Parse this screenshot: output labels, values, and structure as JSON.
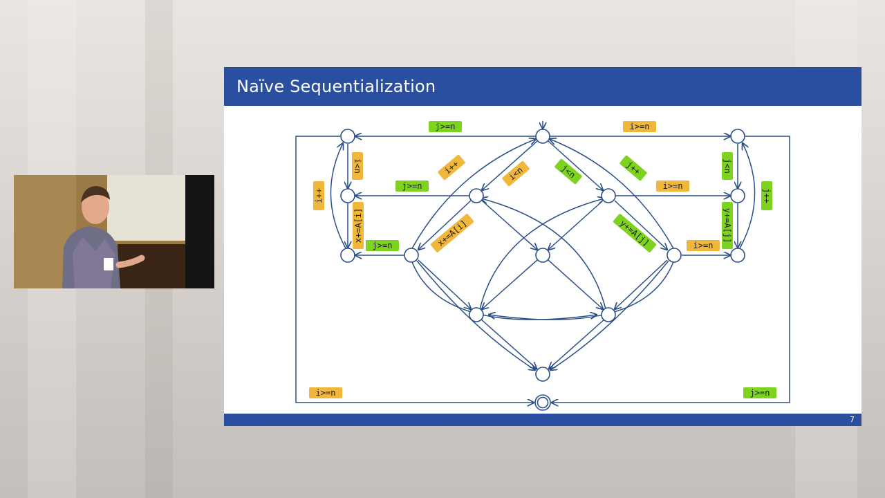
{
  "slide": {
    "title": "Naïve Sequentialization",
    "page_number": "7"
  },
  "colors": {
    "header_blue": "#2a4ea0",
    "edge_blue": "#2a4e85",
    "label_yellow": "#f0b73c",
    "label_green": "#7ed321"
  },
  "diagram": {
    "labels": [
      {
        "id": "top-left-j-ge-n",
        "text": "j>=n",
        "color": "green"
      },
      {
        "id": "top-right-i-ge-n",
        "text": "i>=n",
        "color": "yellow"
      },
      {
        "id": "left-i-lt-n",
        "text": "i<n",
        "color": "yellow"
      },
      {
        "id": "left-i-inc",
        "text": "i++",
        "color": "yellow"
      },
      {
        "id": "left-x-add",
        "text": "x+=A[i]",
        "color": "yellow"
      },
      {
        "id": "mid-left-j-ge-n",
        "text": "j>=n",
        "color": "green"
      },
      {
        "id": "low-left-j-ge-n",
        "text": "j>=n",
        "color": "green"
      },
      {
        "id": "diag-i-inc",
        "text": "i++",
        "color": "yellow"
      },
      {
        "id": "diag-i-lt-n",
        "text": "i<n",
        "color": "yellow"
      },
      {
        "id": "diag-j-lt-n",
        "text": "j<n",
        "color": "green"
      },
      {
        "id": "diag-j-inc",
        "text": "j++",
        "color": "green"
      },
      {
        "id": "diag-x-add",
        "text": "x+=A[i]",
        "color": "yellow"
      },
      {
        "id": "diag-y-add",
        "text": "y+=A[j]",
        "color": "green"
      },
      {
        "id": "mid-right-i-ge-n",
        "text": "i>=n",
        "color": "yellow"
      },
      {
        "id": "low-right-i-ge-n",
        "text": "i>=n",
        "color": "yellow"
      },
      {
        "id": "right-j-lt-n",
        "text": "j<n",
        "color": "green"
      },
      {
        "id": "right-j-inc",
        "text": "j++",
        "color": "green"
      },
      {
        "id": "right-y-add",
        "text": "y+=A[j]",
        "color": "green"
      },
      {
        "id": "bottom-left-i-ge-n",
        "text": "i>=n",
        "color": "yellow"
      },
      {
        "id": "bottom-right-j-ge-n",
        "text": "j>=n",
        "color": "green"
      }
    ]
  }
}
